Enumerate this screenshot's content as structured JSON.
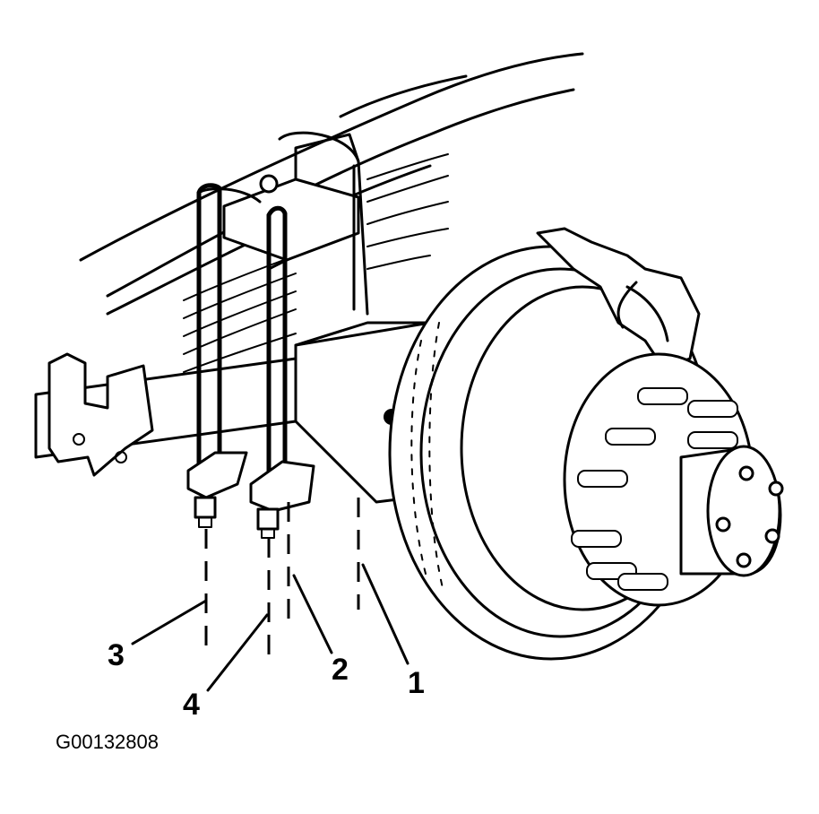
{
  "callouts": [
    {
      "id": "1",
      "text": "1"
    },
    {
      "id": "2",
      "text": "2"
    },
    {
      "id": "3",
      "text": "3"
    },
    {
      "id": "4",
      "text": "4"
    }
  ],
  "figure_id": "G00132808"
}
